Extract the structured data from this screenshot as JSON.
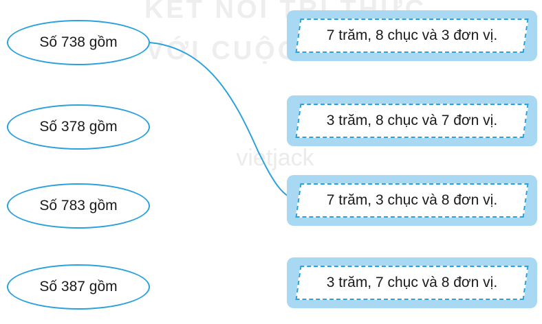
{
  "watermark": {
    "line1": "KẾT NỐI TRI THỨC",
    "line2": "VỚI CUỘC SỐNG",
    "brand": "vietjack"
  },
  "left_items": [
    {
      "label": "Số 738 gồm"
    },
    {
      "label": "Số 378 gồm"
    },
    {
      "label": "Số 783 gồm"
    },
    {
      "label": "Số 387 gồm"
    }
  ],
  "right_items": [
    {
      "label": "7 trăm, 8 chục và 3 đơn vị."
    },
    {
      "label": "3 trăm, 8 chục và 7 đơn vị."
    },
    {
      "label": "7 trăm, 3 chục và 8 đơn vị."
    },
    {
      "label": "3 trăm, 7 chục và 8 đơn vị."
    }
  ],
  "connections": [
    {
      "from": 0,
      "to": 2
    }
  ],
  "colors": {
    "line": "#2aa1dc",
    "card_fill": "#a8d8f2",
    "text": "#1a1a1a"
  }
}
